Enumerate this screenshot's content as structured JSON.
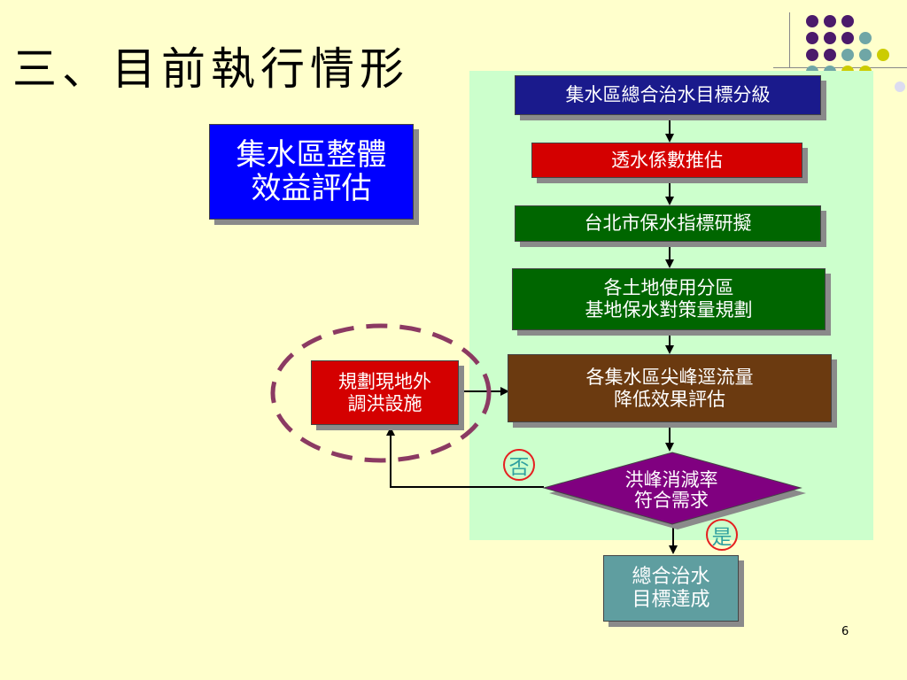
{
  "slide": {
    "title": "三、目前執行情形",
    "page_number": "6"
  },
  "colors": {
    "background": "#ffffcc",
    "panel": "#ccffcc",
    "navy": "#1a1a8c",
    "blue": "#0000ff",
    "red": "#d40000",
    "green": "#006600",
    "brown": "#6b3a10",
    "purple": "#800080",
    "teal": "#5f9ea0",
    "dash_circle": "#8b3a62",
    "dot_purple": "#4b1a6b",
    "dot_teal": "#6fa6a6",
    "dot_yellow": "#cccc00",
    "dot_lavender": "#dcdcf0"
  },
  "diagram": {
    "side_label": {
      "line1": "集水區整體",
      "line2": "效益評估"
    },
    "steps": [
      {
        "id": "step1",
        "line1": "集水區總合治水目標分級"
      },
      {
        "id": "step2",
        "line1": "透水係數推估"
      },
      {
        "id": "step3",
        "line1": "台北市保水指標研擬"
      },
      {
        "id": "step4",
        "line1": "各土地使用分區",
        "line2": "基地保水對策量規劃"
      },
      {
        "id": "step5",
        "line1": "各集水區尖峰逕流量",
        "line2": "降低效果評估"
      }
    ],
    "decision": {
      "line1": "洪峰消減率",
      "line2": "符合需求"
    },
    "no_label": "否",
    "yes_label": "是",
    "feedback_box": {
      "line1": "規劃現地外",
      "line2": "調洪設施"
    },
    "final_box": {
      "line1": "總合治水",
      "line2": "目標達成"
    }
  }
}
